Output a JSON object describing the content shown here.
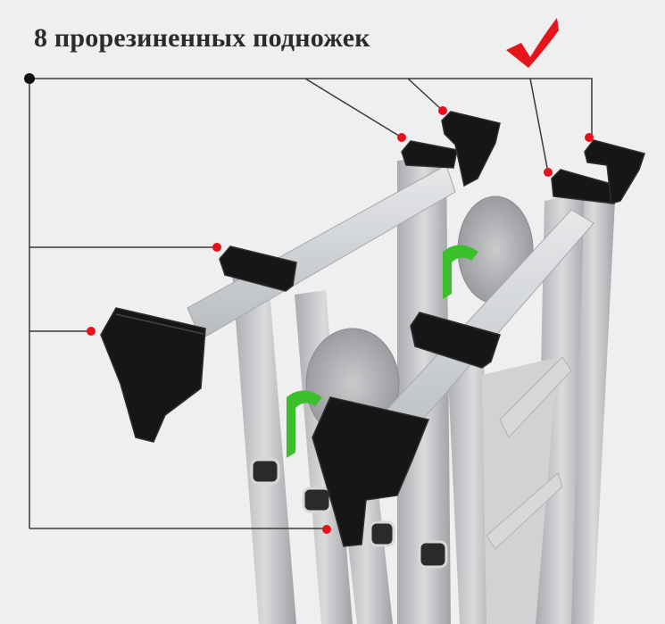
{
  "header": {
    "title": "8 прорезиненных подножек"
  },
  "annotation": {
    "callout_count": 8,
    "marker_color": "#e8101a",
    "line_color": "#3a3a3a",
    "checkmark_color": "#e4161b",
    "icons": [
      "checkmark-icon",
      "anchor-dot-icon",
      "callout-dot-icon"
    ]
  },
  "product": {
    "subject": "aluminium folding multi-purpose ladder",
    "feet_color": "#1a1a1a",
    "hinge_lock_color": "#3bbf2a",
    "rail_color": "#c4c6c8"
  }
}
